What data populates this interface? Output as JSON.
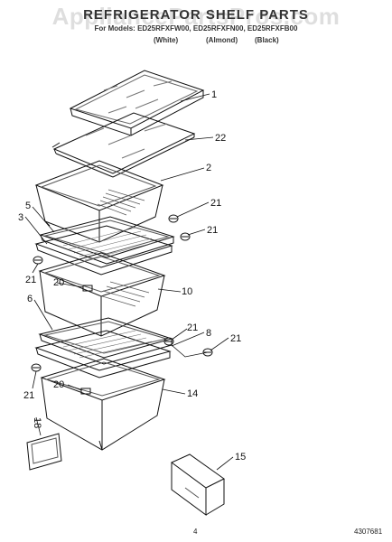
{
  "watermark": "AppliancePartsPros.com",
  "title": "REFRIGERATOR SHELF PARTS",
  "models": "For Models: ED25RFXFW00, ED25RFXFN00, ED25RFXFB00",
  "colors": [
    "(White)",
    "(Almond)",
    "(Black)"
  ],
  "callouts": {
    "c1": "1",
    "c22": "22",
    "c2": "2",
    "c5": "5",
    "c3": "3",
    "c21a": "21",
    "c21b": "21",
    "c21c": "21",
    "c20a": "20",
    "c10": "10",
    "c6": "6",
    "c21d": "21",
    "c8": "8",
    "c21e": "21",
    "c21f": "21",
    "c20b": "20",
    "c14": "14",
    "c18": "18",
    "c15": "15"
  },
  "page_number": "4",
  "doc_number": "4307681"
}
